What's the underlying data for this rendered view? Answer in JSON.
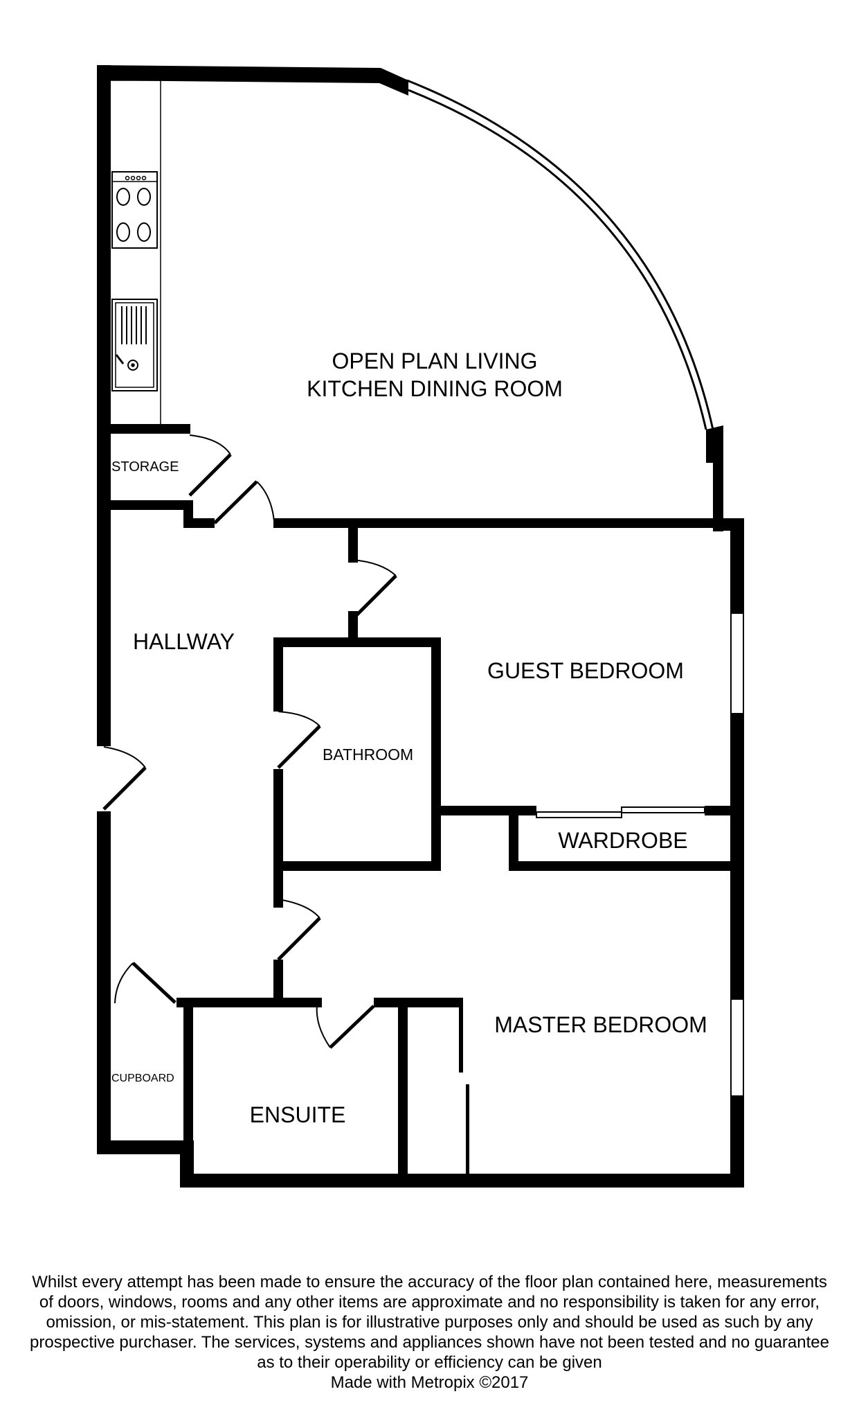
{
  "rooms": {
    "living": [
      "OPEN PLAN LIVING",
      "KITCHEN DINING ROOM"
    ],
    "storage": "STORAGE",
    "hallway": "HALLWAY",
    "guest_bedroom": "GUEST BEDROOM",
    "bathroom": "BATHROOM",
    "wardrobe": "WARDROBE",
    "master_bedroom": "MASTER BEDROOM",
    "cupboard": "CUPBOARD",
    "ensuite": "ENSUITE"
  },
  "disclaimer": [
    "Whilst every attempt has been made to ensure the accuracy of the floor plan contained here, measurements",
    "of doors, windows, rooms and any other items are approximate and no responsibility is taken for any error,",
    "omission, or mis-statement. This plan is for illustrative purposes only and should be used as such by any",
    "prospective purchaser. The services, systems and appliances shown have not been tested and no guarantee",
    "as to their operability or efficiency can be given"
  ],
  "credit": "Made with Metropix ©2017"
}
